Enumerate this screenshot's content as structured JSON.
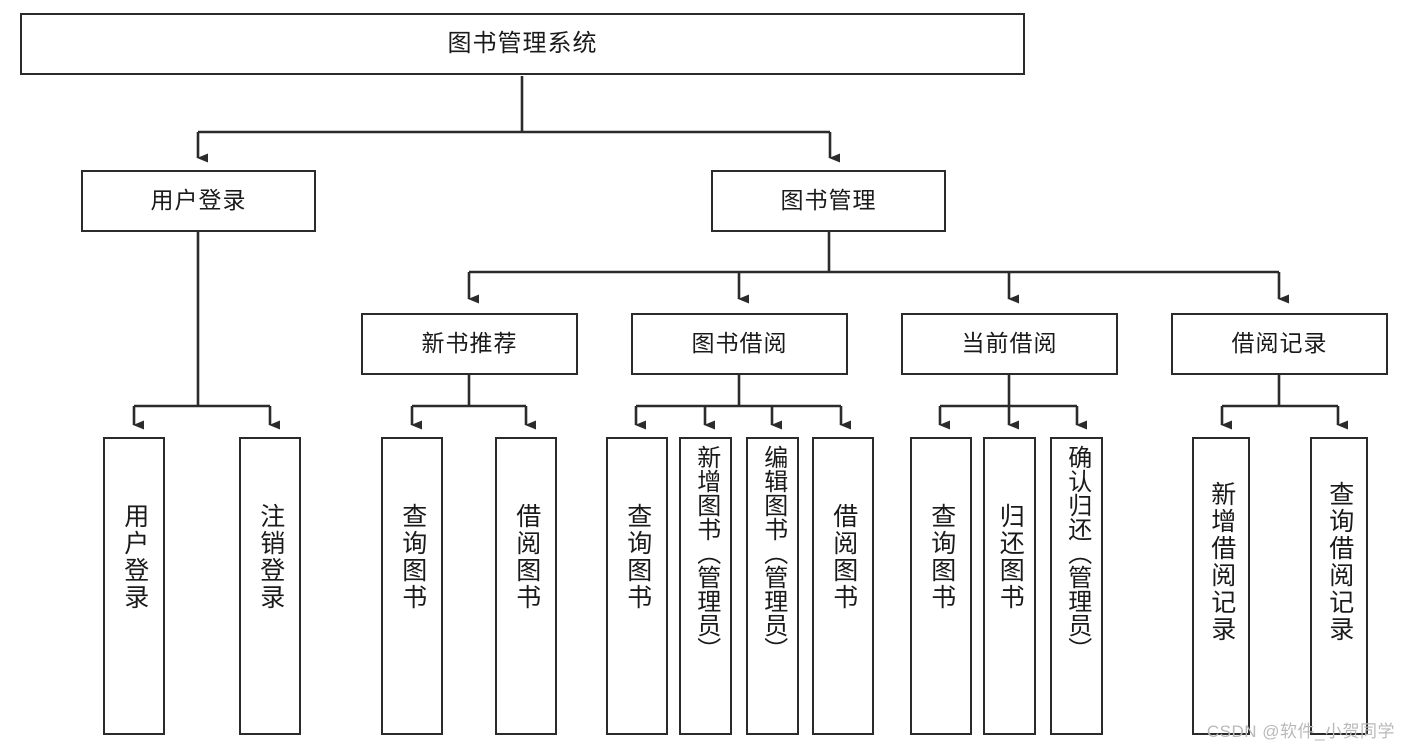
{
  "diagram": {
    "type": "tree",
    "title": "图书管理系统",
    "orientation": "top-down",
    "colors": {
      "box_border": "#2b2b2b",
      "box_fill": "#ffffff",
      "connector": "#2b2b2b",
      "text": "#1a1a1a",
      "watermark": "#b9b9b9"
    }
  },
  "root": {
    "label": "图书管理系统"
  },
  "level1": [
    {
      "label": "用户登录"
    },
    {
      "label": "图书管理"
    }
  ],
  "level2": [
    {
      "label": "新书推荐"
    },
    {
      "label": "图书借阅"
    },
    {
      "label": "当前借阅"
    },
    {
      "label": "借阅记录"
    }
  ],
  "leaves": {
    "user_login": [
      {
        "label": "用户登录"
      },
      {
        "label": "注销登录"
      }
    ],
    "new_book": [
      {
        "label": "查询图书"
      },
      {
        "label": "借阅图书"
      }
    ],
    "book_borrow": [
      {
        "label": "查询图书"
      },
      {
        "label": "新增图书（管理员）"
      },
      {
        "label": "编辑图书（管理员）"
      },
      {
        "label": "借阅图书"
      }
    ],
    "current_borrow": [
      {
        "label": "查询图书"
      },
      {
        "label": "归还图书"
      },
      {
        "label": "确认归还（管理员）"
      }
    ],
    "borrow_record": [
      {
        "label": "新增借阅记录"
      },
      {
        "label": "查询借阅记录"
      }
    ]
  },
  "watermark": {
    "text": "CSDN @软件_小贺同学"
  }
}
